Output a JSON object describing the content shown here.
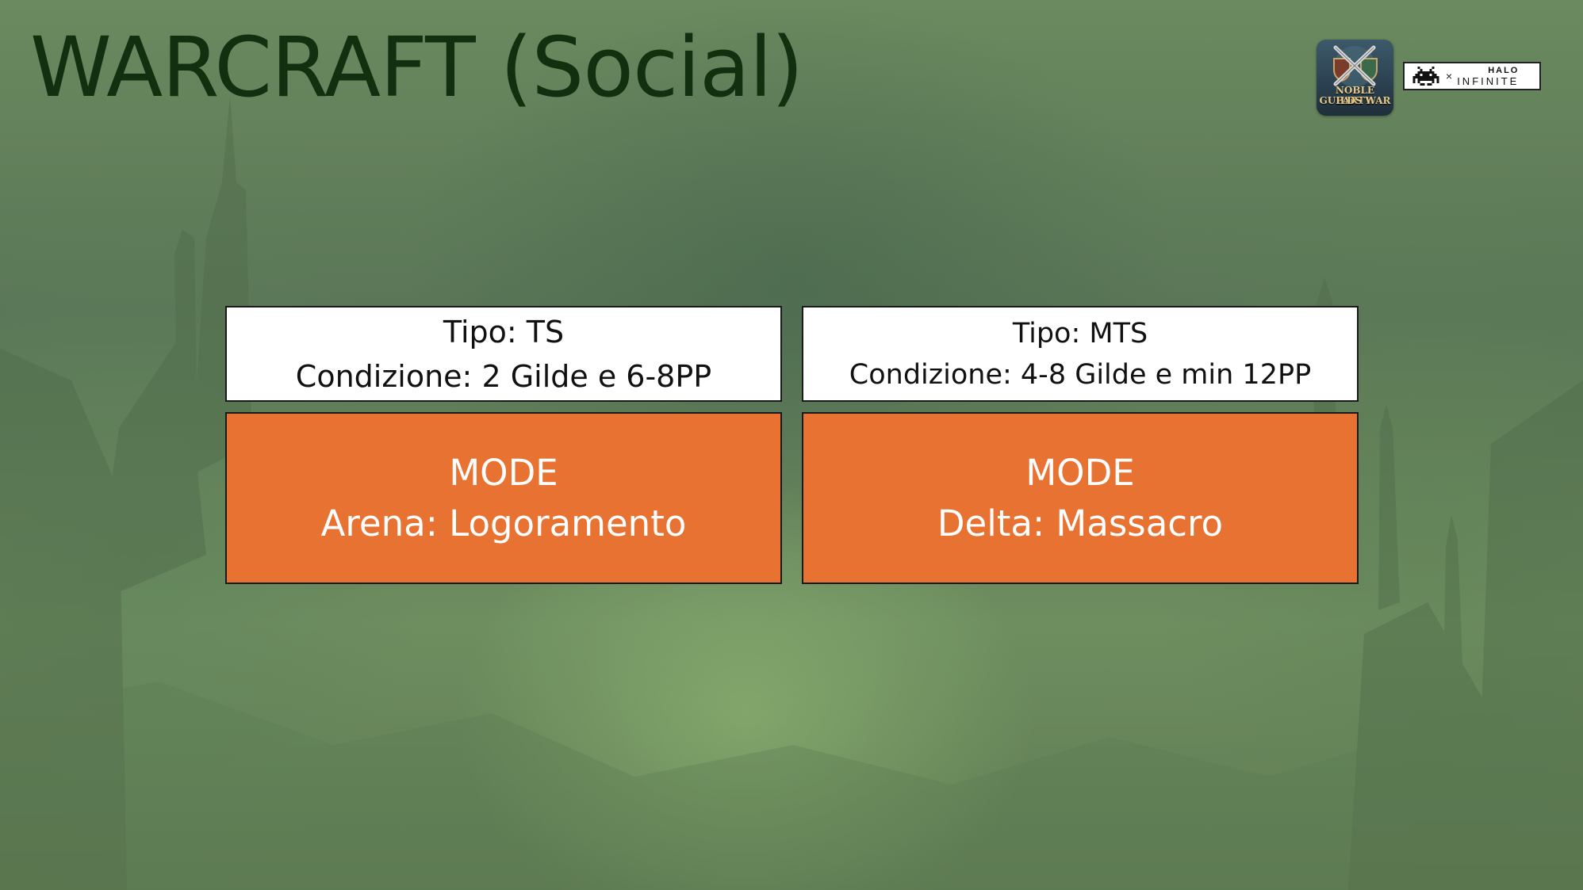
{
  "slide": {
    "title": "WARCRAFT (Social)"
  },
  "logos": {
    "noble_party": {
      "line1": "NOBLE PARTY:",
      "line2": "GUILDS WAR"
    },
    "halo": {
      "separator": "×",
      "top": "HALO",
      "bottom": "INFINITE"
    }
  },
  "cards": [
    {
      "tipo": "Tipo: TS",
      "condizione": "Condizione: 2 Gilde e 6-8PP",
      "mode_label": "MODE",
      "mode_value": "Arena: Logoramento"
    },
    {
      "tipo": "Tipo: MTS",
      "condizione": "Condizione: 4-8 Gilde e min 12PP",
      "mode_label": "MODE",
      "mode_value": "Delta: Massacro"
    }
  ],
  "colors": {
    "background": "#5f7d55",
    "title": "#12300f",
    "mode_box": "#e87232",
    "info_box": "#ffffff"
  }
}
